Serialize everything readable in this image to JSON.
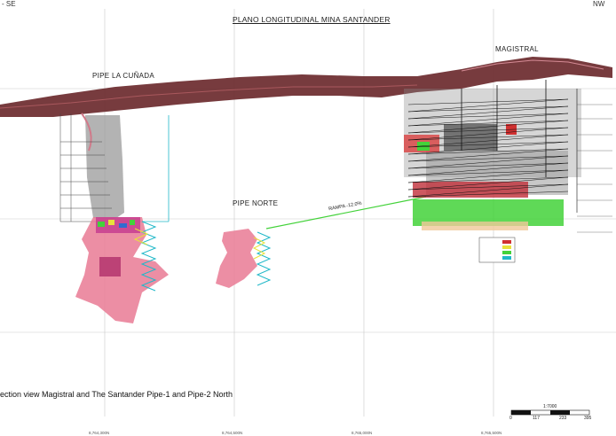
{
  "corners": {
    "left": "- SE",
    "right": "NW"
  },
  "title": "PLANO LONGITUDINAL MINA SANTANDER",
  "labels": {
    "magistral": "MAGISTRAL",
    "pipe_la_cunada": "PIPE LA CUÑADA",
    "pipe_norte": "PIPE NORTE",
    "rampa": "RAMPA -12.0%"
  },
  "grid_coords": [
    "8,764,300N",
    "8,764,500N",
    "8,765,000N",
    "8,765,500N"
  ],
  "scale": {
    "ratio": "1:7000",
    "ticks": [
      "0",
      "117",
      "233",
      "395"
    ]
  },
  "caption": "ection view Magistral and The Santander Pipe-1 and Pipe-2 North",
  "colors": {
    "surface": "#6b2a2e",
    "pink": "#e97a94",
    "green": "#43d23a",
    "yellow": "#e8e23a",
    "cyan": "#20b8c8",
    "gray": "#9a9a9a"
  }
}
